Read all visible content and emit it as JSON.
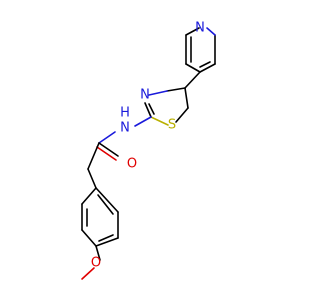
{
  "molecule": {
    "atom_labels": {
      "pyridine_n": "N",
      "thiazole_n": "N",
      "thiazole_s": "S",
      "amide_nh": "N",
      "amide_h": "H",
      "carbonyl_o": "O",
      "methoxy_o": "O"
    },
    "colors": {
      "bond": "#000000",
      "nitrogen": "#1a1adb",
      "oxygen": "#e00000",
      "sulfur": "#b9b000"
    }
  }
}
